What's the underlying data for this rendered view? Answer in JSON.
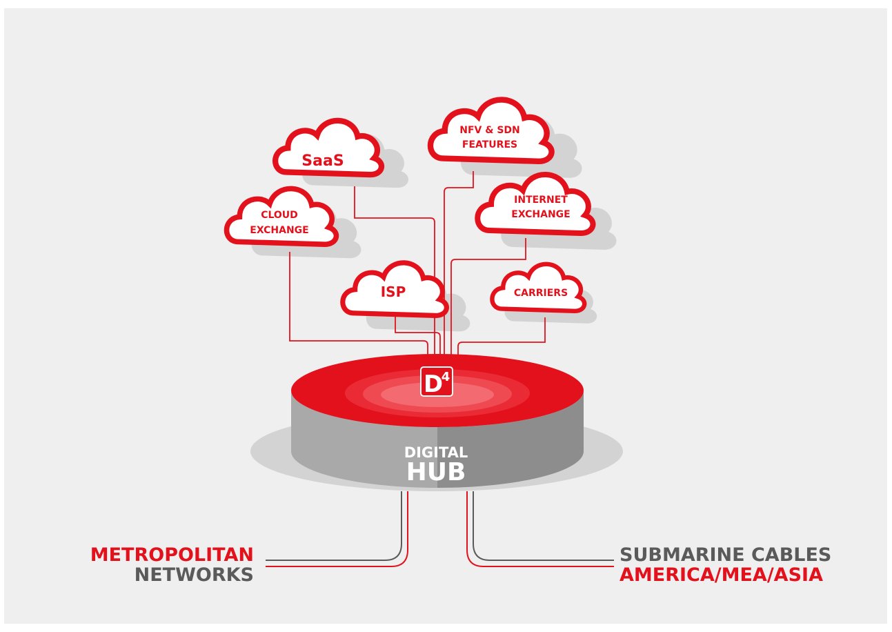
{
  "colors": {
    "red": "#e3111b",
    "gray_text": "#5a5a5a",
    "shadow": "#d3d3d3",
    "background": "#efefef"
  },
  "clouds": {
    "saas": "SaaS",
    "nfv_line1": "NFV & SDN",
    "nfv_line2": "FEATURES",
    "internet_line1": "INTERNET",
    "internet_line2": "EXCHANGE",
    "cloud_line1": "CLOUD",
    "cloud_line2": "EXCHANGE",
    "isp": "ISP",
    "carriers": "CARRIERS"
  },
  "hub": {
    "logo_letter": "D",
    "logo_superscript": "4",
    "label_top": "DIGITAL",
    "label_bottom": "HUB"
  },
  "left_label": {
    "line1": "METROPOLITAN",
    "line2": "NETWORKS"
  },
  "right_label": {
    "line1": "SUBMARINE CABLES",
    "line2": "AMERICA/MEA/ASIA"
  }
}
